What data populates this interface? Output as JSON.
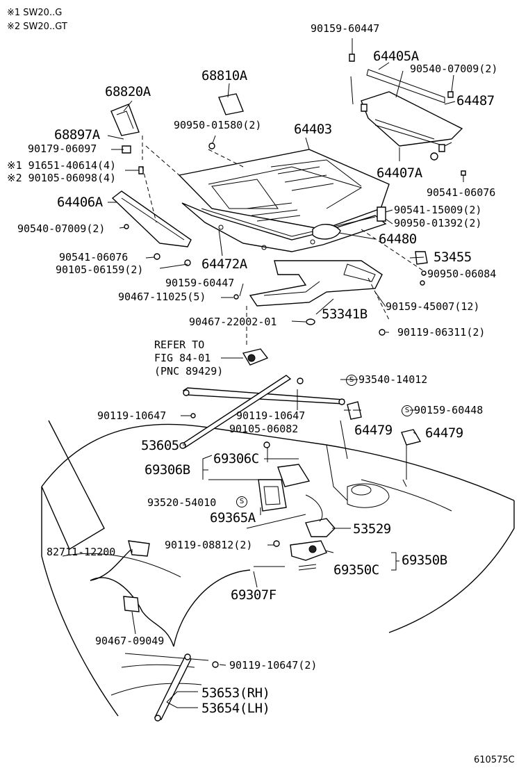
{
  "notes": {
    "note1": "※1 SW20..G",
    "note2": "※2 SW20..GT"
  },
  "parts": [
    {
      "id": "p01",
      "text": "90159-60447"
    },
    {
      "id": "p02",
      "text": "64405A"
    },
    {
      "id": "p03",
      "text": "90540-07009(2)"
    },
    {
      "id": "p04",
      "text": "64487"
    },
    {
      "id": "p05",
      "text": "68810A"
    },
    {
      "id": "p06",
      "text": "68820A"
    },
    {
      "id": "p07",
      "text": "64403"
    },
    {
      "id": "p08",
      "text": "90950-01580(2)"
    },
    {
      "id": "p09",
      "text": "68897A"
    },
    {
      "id": "p10",
      "text": "90179-06097"
    },
    {
      "id": "p11",
      "text": "※1 91651-40614(4)"
    },
    {
      "id": "p12",
      "text": "※2 90105-06098(4)"
    },
    {
      "id": "p13",
      "text": "64407A"
    },
    {
      "id": "p14",
      "text": "90541-06076"
    },
    {
      "id": "p15",
      "text": "64406A"
    },
    {
      "id": "p16",
      "text": "90540-07009(2)"
    },
    {
      "id": "p17",
      "text": "90541-15009(2)"
    },
    {
      "id": "p18",
      "text": "90950-01392(2)"
    },
    {
      "id": "p19",
      "text": "64480"
    },
    {
      "id": "p20",
      "text": "90541-06076"
    },
    {
      "id": "p21",
      "text": "90105-06159(2)"
    },
    {
      "id": "p22",
      "text": "64472A"
    },
    {
      "id": "p23",
      "text": "53455"
    },
    {
      "id": "p24",
      "text": "90950-06084"
    },
    {
      "id": "p25",
      "text": "90159-60447"
    },
    {
      "id": "p26",
      "text": "90467-11025(5)"
    },
    {
      "id": "p27",
      "text": "90159-45007(12)"
    },
    {
      "id": "p28",
      "text": "90467-22002-01"
    },
    {
      "id": "p29",
      "text": "53341B"
    },
    {
      "id": "p30",
      "text": "90119-06311(2)"
    },
    {
      "id": "p31",
      "text": "REFER TO"
    },
    {
      "id": "p32",
      "text": "FIG 84-01"
    },
    {
      "id": "p33",
      "text": "(PNC 89429)"
    },
    {
      "id": "p34",
      "text": "93540-14012"
    },
    {
      "id": "p35",
      "text": "90119-10647"
    },
    {
      "id": "p36",
      "text": "90119-10647"
    },
    {
      "id": "p37",
      "text": "90159-60448"
    },
    {
      "id": "p38",
      "text": "90105-06082"
    },
    {
      "id": "p39",
      "text": "64479"
    },
    {
      "id": "p40",
      "text": "64479"
    },
    {
      "id": "p41",
      "text": "53605"
    },
    {
      "id": "p42",
      "text": "69306C"
    },
    {
      "id": "p43",
      "text": "69306B"
    },
    {
      "id": "p44",
      "text": "93520-54010"
    },
    {
      "id": "p45",
      "text": "69365A"
    },
    {
      "id": "p46",
      "text": "53529"
    },
    {
      "id": "p47",
      "text": "82711-12200"
    },
    {
      "id": "p48",
      "text": "90119-08812(2)"
    },
    {
      "id": "p49",
      "text": "69350B"
    },
    {
      "id": "p50",
      "text": "69350C"
    },
    {
      "id": "p51",
      "text": "69307F"
    },
    {
      "id": "p52",
      "text": "90467-09049"
    },
    {
      "id": "p53",
      "text": "90119-10647(2)"
    },
    {
      "id": "p54",
      "text": "53653(RH)"
    },
    {
      "id": "p55",
      "text": "53654(LH)"
    }
  ],
  "figure_code": "610575C",
  "colors": {
    "ink": "#000000",
    "paper": "#ffffff"
  }
}
